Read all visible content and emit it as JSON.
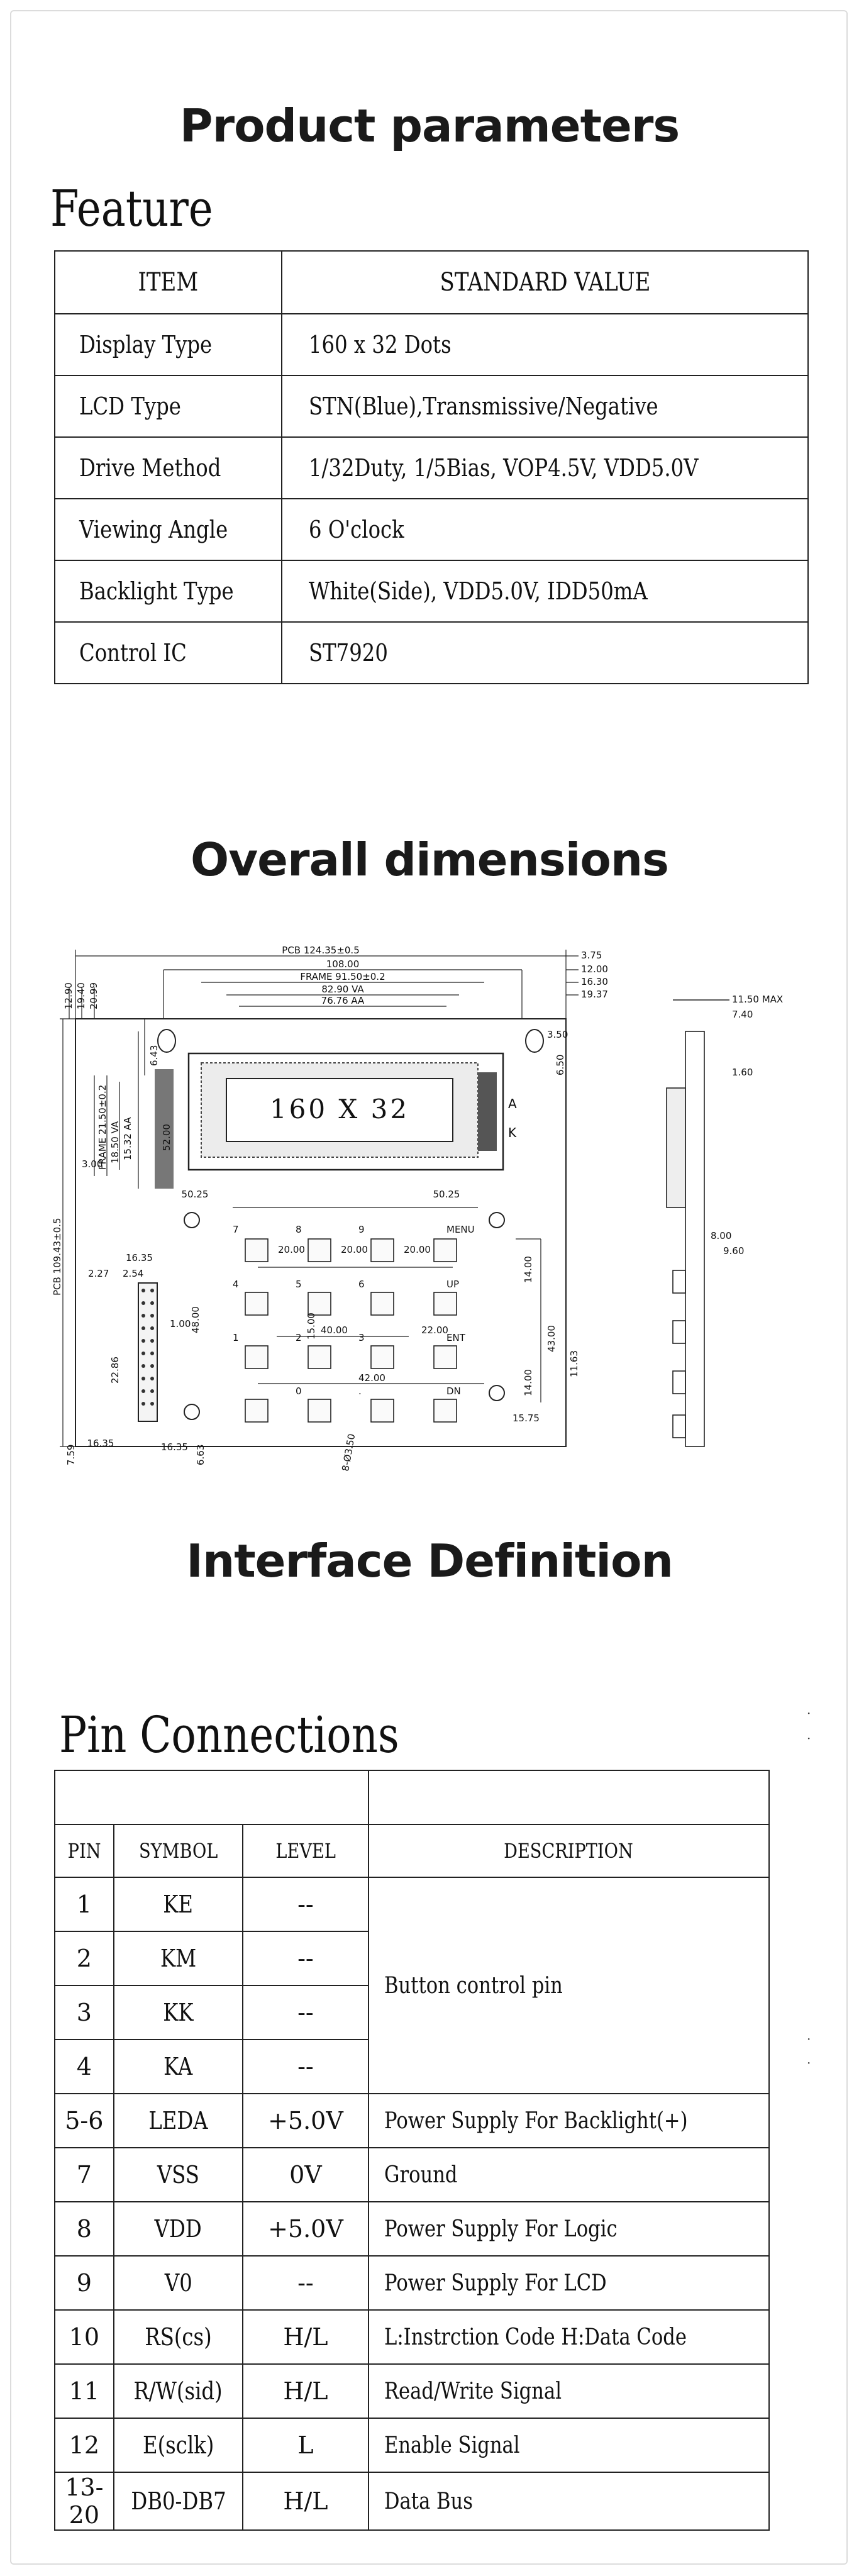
{
  "product_parameters": {
    "heading": "Product parameters",
    "feature_title": "Feature",
    "columns": [
      "ITEM",
      "STANDARD VALUE"
    ],
    "rows": [
      {
        "item": "Display Type",
        "value": "160 x 32 Dots"
      },
      {
        "item": "LCD Type",
        "value": "STN(Blue),Transmissive/Negative"
      },
      {
        "item": "Drive Method",
        "value": "1/32Duty, 1/5Bias, VOP4.5V, VDD5.0V"
      },
      {
        "item": "Viewing Angle",
        "value": "6 O'clock"
      },
      {
        "item": "Backlight Type",
        "value": "White(Side), VDD5.0V, IDD50mA"
      },
      {
        "item": "Control IC",
        "value": "ST7920"
      }
    ]
  },
  "overall_dimensions": {
    "heading": "Overall dimensions",
    "display_text": "160 X 32",
    "labels": {
      "pcb_w": "PCB 124.35±0.5",
      "w108": "108.00",
      "frame_w": "FRAME 91.50±0.2",
      "va": "82.90 VA",
      "aa": "76.76 AA",
      "r375": "3.75",
      "r1200": "12.00",
      "r1630": "16.30",
      "r1937": "19.37",
      "r350": "3.50",
      "r650": "6.50",
      "l1290": "12.90",
      "l1940": "19.40",
      "l2099": "20.99",
      "h643": "6.43",
      "h5200": "52.00",
      "frame_h": "FRAME 21.50±0.2",
      "va_h": "18.50 VA",
      "aa_h": "15.32 AA",
      "pcb_h": "PCB 109.43±0.5",
      "d300": "3.00",
      "d5025a": "50.25",
      "d5025b": "50.25",
      "d1635": "16.35",
      "d227": "2.27",
      "d254": "2.54",
      "d2286": "22.86",
      "d4800": "48.00",
      "d100": "1.00",
      "d2000a": "20.00",
      "d2000b": "20.00",
      "d2000c": "20.00",
      "d1400a": "14.00",
      "d4000": "40.00",
      "d2200": "22.00",
      "d1500": "15.00",
      "d4300": "43.00",
      "d1163": "11.63",
      "d4200": "42.00",
      "d1400b": "14.00",
      "d1575": "15.75",
      "d759": "7.59",
      "d1635b": "16.35",
      "d663": "6.63",
      "d350b": "8-Ø3.50",
      "s1150": "11.50 MAX",
      "s740": "7.40",
      "s160": "1.60",
      "s800": "8.00",
      "s960": "9.60",
      "a": "A",
      "k": "K",
      "menu": "MENU",
      "up": "UP",
      "ent": "ENT",
      "dn": "DN"
    },
    "keys": [
      "7",
      "8",
      "9",
      "4",
      "5",
      "6",
      "1",
      "2",
      "3",
      "0",
      "."
    ]
  },
  "interface": {
    "heading": "Interface Definition",
    "pin_title": "Pin Connections",
    "columns": [
      "PIN",
      "SYMBOL",
      "LEVEL",
      "DESCRIPTION"
    ],
    "rows": [
      {
        "pin": "1",
        "symbol": "KE",
        "level": "--"
      },
      {
        "pin": "2",
        "symbol": "KM",
        "level": "--"
      },
      {
        "pin": "3",
        "symbol": "KK",
        "level": "--"
      },
      {
        "pin": "4",
        "symbol": "KA",
        "level": "--"
      },
      {
        "pin": "5-6",
        "symbol": "LEDA",
        "level": "+5.0V",
        "desc": "Power Supply For Backlight(+)"
      },
      {
        "pin": "7",
        "symbol": "VSS",
        "level": "0V",
        "desc": "Ground"
      },
      {
        "pin": "8",
        "symbol": "VDD",
        "level": "+5.0V",
        "desc": "Power Supply For Logic"
      },
      {
        "pin": "9",
        "symbol": "V0",
        "level": "--",
        "desc": "Power Supply For LCD"
      },
      {
        "pin": "10",
        "symbol": "RS(cs)",
        "level": "H/L",
        "desc": "L:Instrction Code   H:Data Code"
      },
      {
        "pin": "11",
        "symbol": "R/W(sid)",
        "level": "H/L",
        "desc": "Read/Write Signal"
      },
      {
        "pin": "12",
        "symbol": "E(sclk)",
        "level": "L",
        "desc": "Enable Signal"
      },
      {
        "pin": "13-20",
        "symbol": "DB0-DB7",
        "level": "H/L",
        "desc": "Data Bus"
      }
    ],
    "merged_desc": "Button control pin"
  }
}
